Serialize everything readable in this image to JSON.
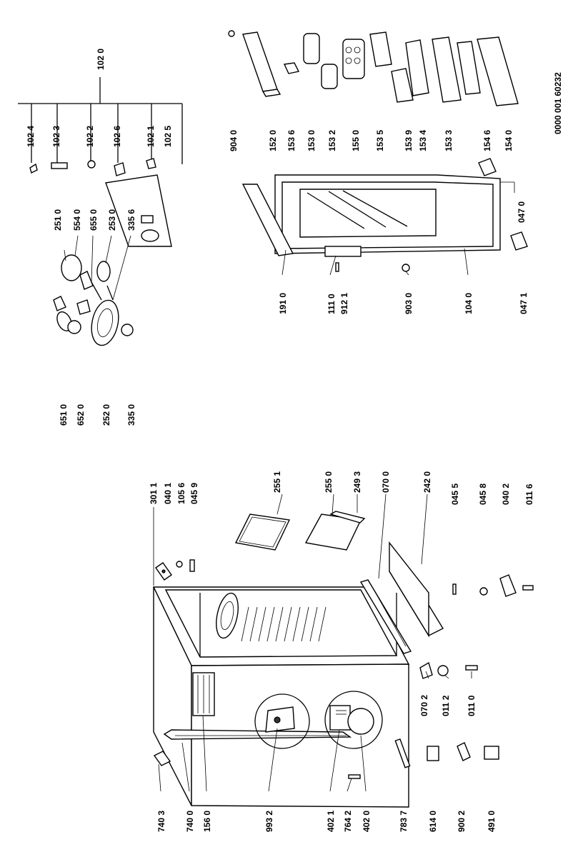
{
  "drawing_number": "0000 001 60232",
  "labels": {
    "l_7403": "740 3",
    "l_7400": "740 0",
    "l_1560": "156 0",
    "l_9932": "993 2",
    "l_4021": "402 1",
    "l_7642": "764 2",
    "l_4020": "402 0",
    "l_7837": "783 7",
    "l_6140": "614 0",
    "l_9002": "900 2",
    "l_4910": "491 0",
    "l_0702": "070 2",
    "l_0112": "011 2",
    "l_0110": "011 0",
    "l_0455": "045 5",
    "l_0458": "045 8",
    "l_0402": "040 2",
    "l_0116": "011 6",
    "l_2420": "242 0",
    "l_0700": "070 0",
    "l_2493": "249 3",
    "l_2550": "255 0",
    "l_2551": "255 1",
    "l_3011": "301 1",
    "l_0401": "040 1",
    "l_1056": "105 6",
    "l_0459": "045 9",
    "l_6510": "651 0",
    "l_6520": "652 0",
    "l_2520": "252 0",
    "l_3350": "335 0",
    "l_2510": "251 0",
    "l_5540": "554 0",
    "l_6550": "655 0",
    "l_2530": "253 0",
    "l_3356": "335 6",
    "l_1910": "191 0",
    "l_1110": "111 0",
    "l_9121": "912 1",
    "l_9030": "903 0",
    "l_1040": "104 0",
    "l_0471": "047 1",
    "l_0470": "047 0",
    "l_1020": "102 0",
    "l_1024": "102 4",
    "l_1023": "102 3",
    "l_1022": "102 2",
    "l_1026": "102 6",
    "l_1021": "102 1",
    "l_1025": "102 5",
    "l_9040": "904 0",
    "l_1520": "152 0",
    "l_1536": "153 6",
    "l_1530": "153 0",
    "l_1532": "153 2",
    "l_1550": "155 0",
    "l_1535": "153 5",
    "l_1539": "153 9",
    "l_1534": "153 4",
    "l_1533": "153 3",
    "l_1546": "154 6",
    "l_1540": "154 0"
  }
}
